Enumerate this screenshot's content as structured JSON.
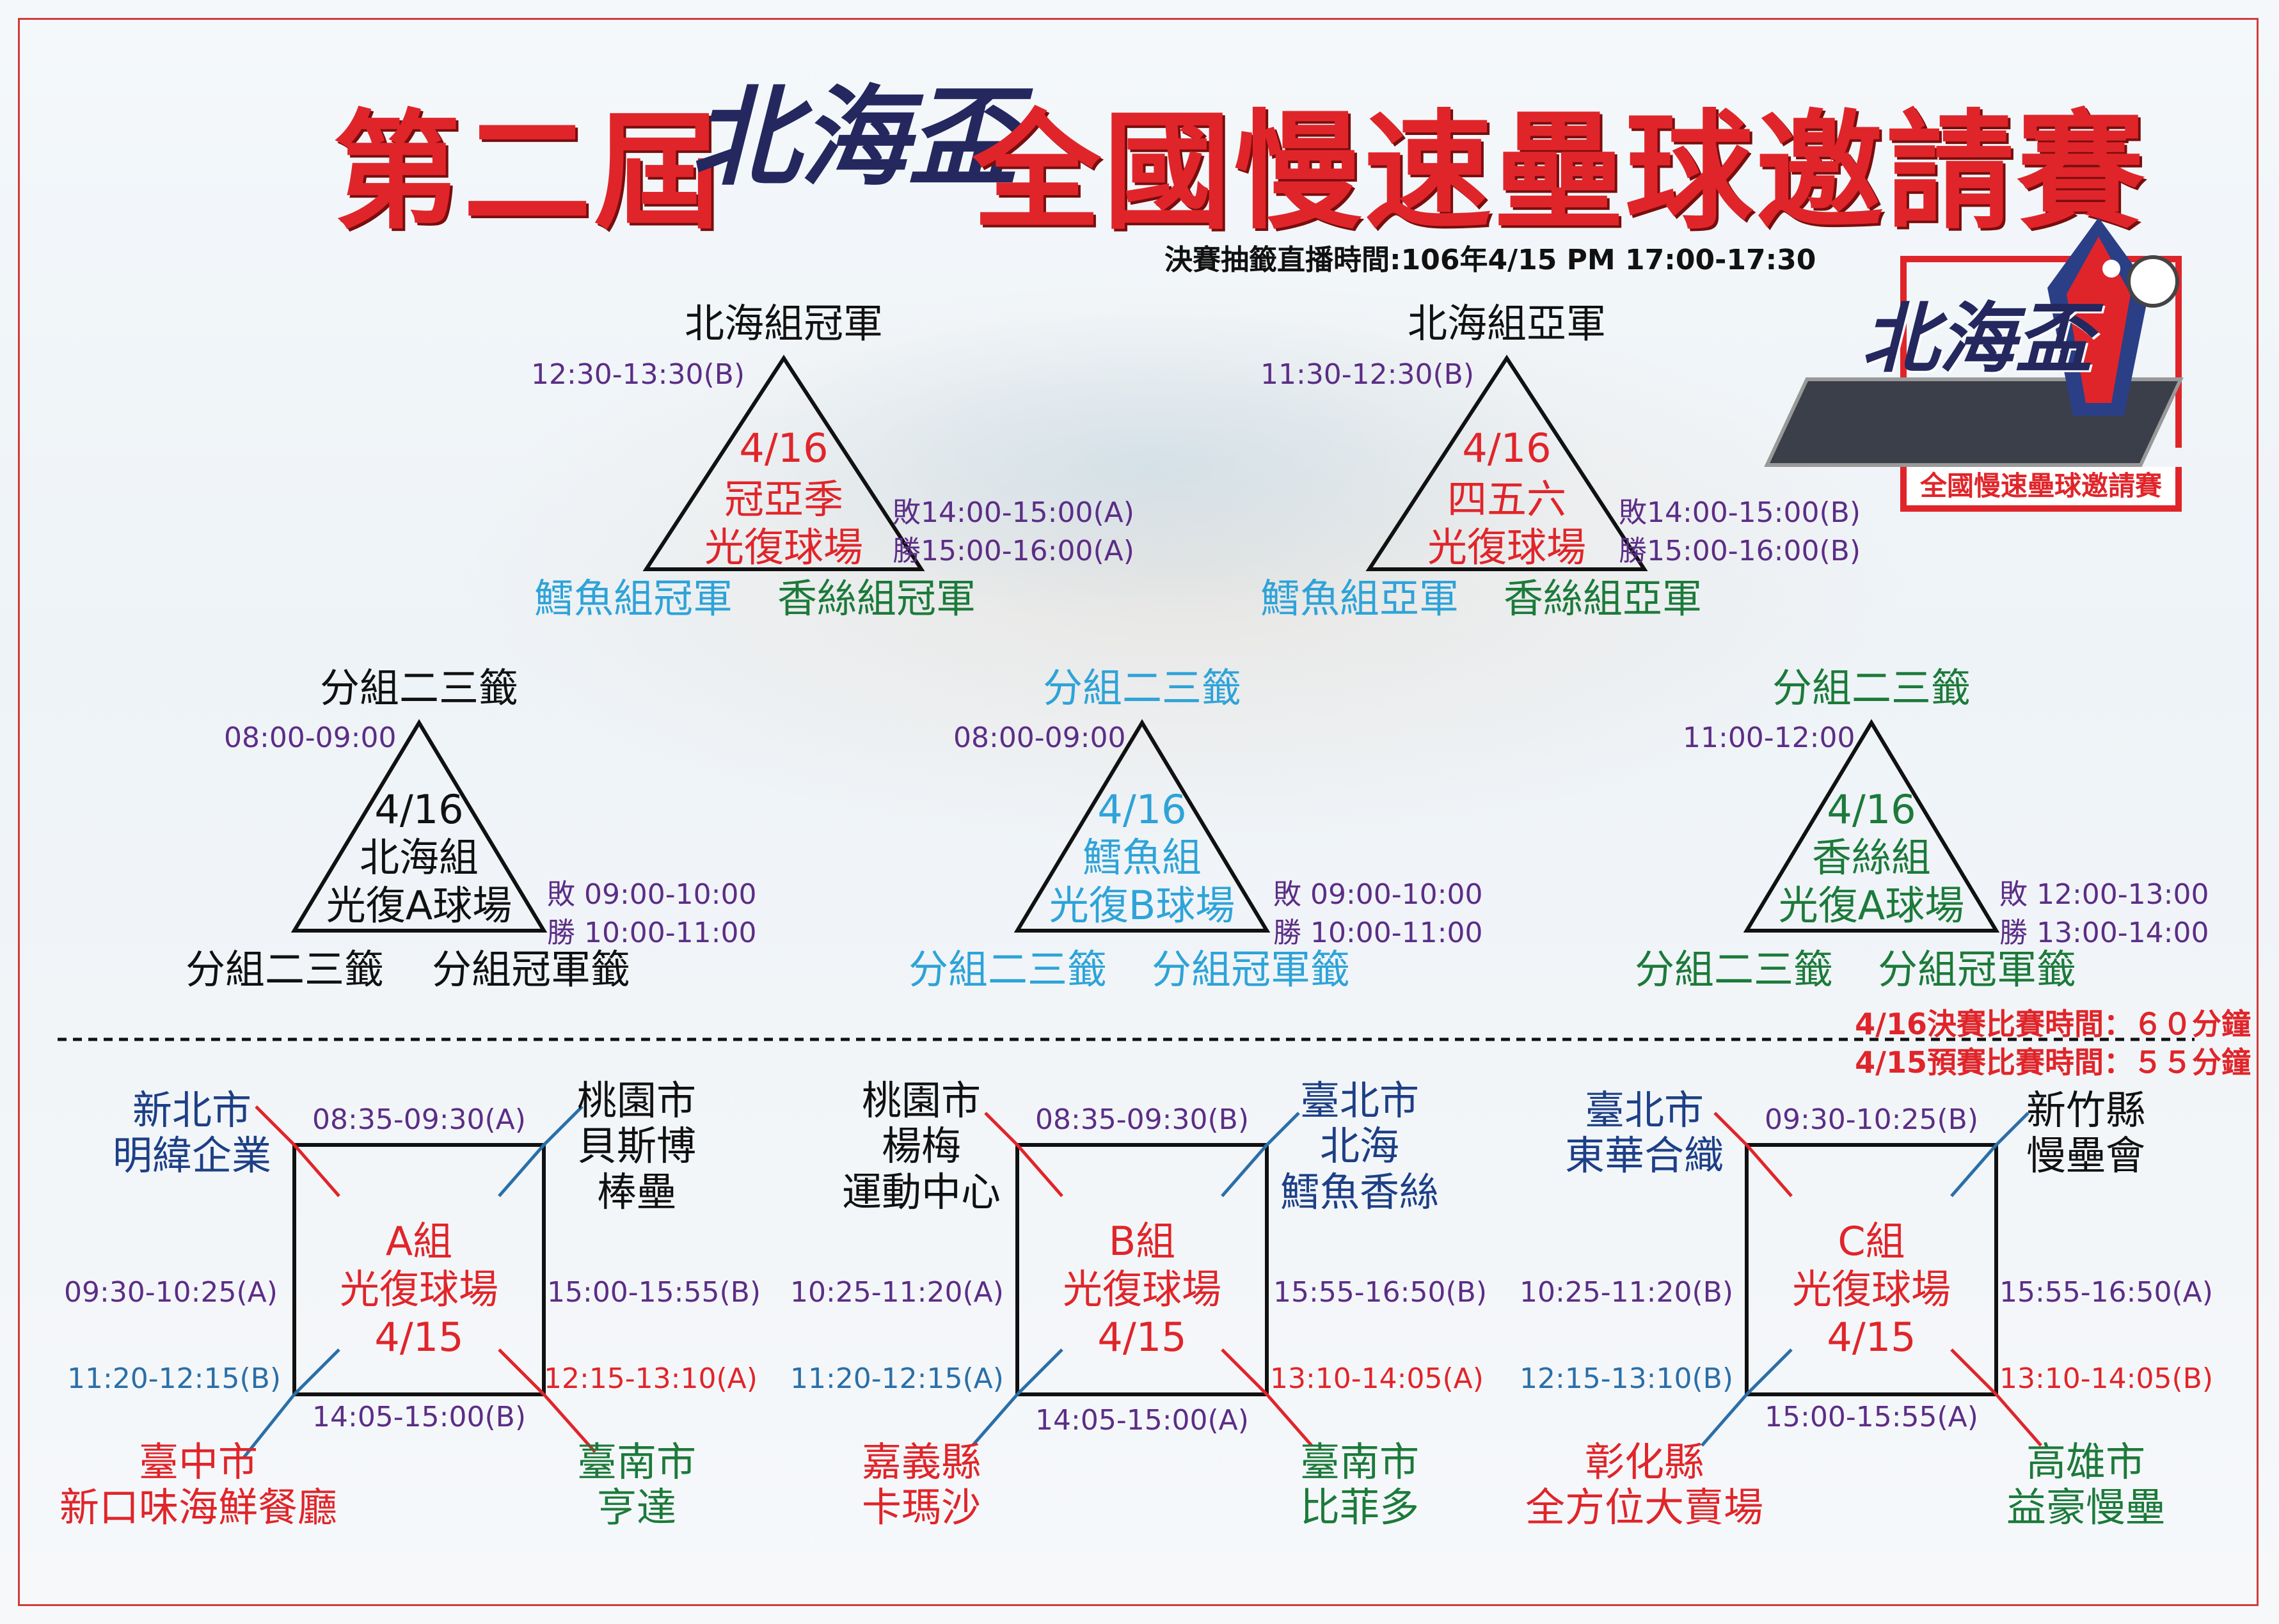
{
  "title": {
    "prefix": "第二屆",
    "brand": "北海盃",
    "suffix": "全國慢速壘球邀請賽"
  },
  "subtitle": "決賽抽籤直播時間:106年4/15 PM 17:00-17:30",
  "logo": {
    "brand": "北海盃",
    "banner": "全國慢速壘球邀請賽"
  },
  "finals": [
    {
      "top": "北海組冠軍",
      "top_time": "12:30-13:30(B)",
      "date": "4/16",
      "name": "冠亞季",
      "venue": "光復球場",
      "lose": "敗14:00-15:00(A)",
      "win": "勝15:00-16:00(A)",
      "left": "鱈魚組冠軍",
      "right": "香絲組冠軍"
    },
    {
      "top": "北海組亞軍",
      "top_time": "11:30-12:30(B)",
      "date": "4/16",
      "name": "四五六",
      "venue": "光復球場",
      "lose": "敗14:00-15:00(B)",
      "win": "勝15:00-16:00(B)",
      "left": "鱈魚組亞軍",
      "right": "香絲組亞軍"
    }
  ],
  "groups": [
    {
      "top": "分組二三籤",
      "top_time": "08:00-09:00",
      "date": "4/16",
      "name": "北海組",
      "venue": "光復A球場",
      "lose": "敗 09:00-10:00",
      "win": "勝 10:00-11:00",
      "left": "分組二三籤",
      "right": "分組冠軍籤"
    },
    {
      "top": "分組二三籤",
      "top_time": "08:00-09:00",
      "date": "4/16",
      "name": "鱈魚組",
      "venue": "光復B球場",
      "lose": "敗 09:00-10:00",
      "win": "勝 10:00-11:00",
      "left": "分組二三籤",
      "right": "分組冠軍籤"
    },
    {
      "top": "分組二三籤",
      "top_time": "11:00-12:00",
      "date": "4/16",
      "name": "香絲組",
      "venue": "光復A球場",
      "lose": "敗 12:00-13:00",
      "win": "勝 13:00-14:00",
      "left": "分組二三籤",
      "right": "分組冠軍籤"
    }
  ],
  "notes": {
    "final_time": "4/16決賽比賽時間：６０分鐘",
    "prelim_time": "4/15預賽比賽時間：５５分鐘"
  },
  "pools": [
    {
      "name": "A組",
      "venue": "光復球場",
      "date": "4/15",
      "tl": "新北市\n明緯企業",
      "tr": "桃園市\n貝斯博\n棒壘",
      "bl": "臺中市\n新口味海鮮餐廳",
      "br": "臺南市\n亨達",
      "t_top": "08:35-09:30(A)",
      "t_left": "09:30-10:25(A)",
      "t_right": "15:00-15:55(B)",
      "t_bl": "11:20-12:15(B)",
      "t_br": "12:15-13:10(A)",
      "t_bottom": "14:05-15:00(B)"
    },
    {
      "name": "B組",
      "venue": "光復球場",
      "date": "4/15",
      "tl": "桃園市\n楊梅\n運動中心",
      "tr": "臺北市\n北海\n鱈魚香絲",
      "bl": "嘉義縣\n卡瑪沙",
      "br": "臺南市\n比菲多",
      "t_top": "08:35-09:30(B)",
      "t_left": "10:25-11:20(A)",
      "t_right": "15:55-16:50(B)",
      "t_bl": "11:20-12:15(A)",
      "t_br": "13:10-14:05(A)",
      "t_bottom": "14:05-15:00(A)"
    },
    {
      "name": "C組",
      "venue": "光復球場",
      "date": "4/15",
      "tl": "臺北市\n東華合織",
      "tr": "新竹縣\n慢壘會",
      "bl": "彰化縣\n全方位大賣場",
      "br": "高雄市\n益豪慢壘",
      "t_top": "09:30-10:25(B)",
      "t_left": "10:25-11:20(B)",
      "t_right": "15:55-16:50(A)",
      "t_bl": "12:15-13:10(B)",
      "t_br": "13:10-14:05(B)",
      "t_bottom": "15:00-15:55(A)"
    }
  ],
  "colors": {
    "title_red": "#e0252a",
    "brand_navy": "#24285e",
    "time_purple": "#5c2d86",
    "cyan": "#2ea3d8",
    "green": "#1c7a3a",
    "navy": "#1d3f86"
  }
}
